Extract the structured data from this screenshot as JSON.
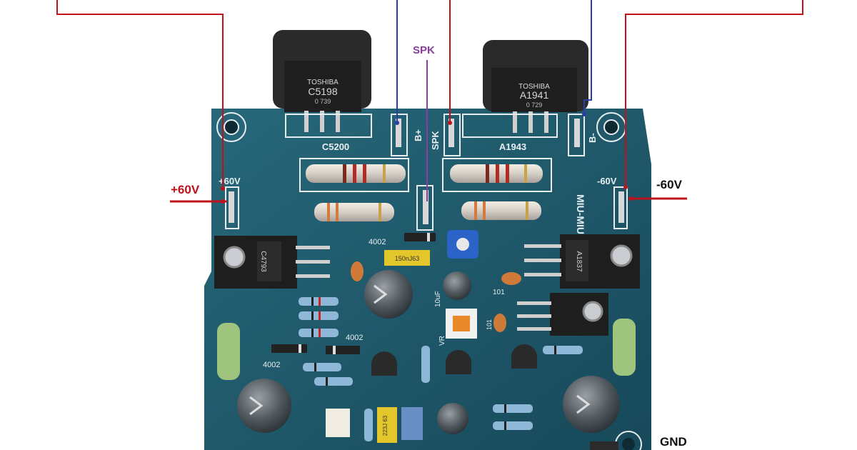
{
  "labels": {
    "plus_supply": "+60V",
    "minus_supply": "-60V",
    "speaker": "SPK",
    "ground": "GND"
  },
  "silkscreen": {
    "left_power": "C5200",
    "right_power": "A1943",
    "b_plus": "B+",
    "spk": "SPK",
    "b_minus": "B-",
    "left_rail": "+60V",
    "right_rail": "-60V",
    "brand": "MIU-MIU",
    "diode_1": "4002",
    "diode_2": "4002",
    "diode_3": "4002",
    "cap_small": "101",
    "cap_small_2": "101",
    "electrolytic": "10uF",
    "film_cap": "150nJ63",
    "film_cap_2": "223J 63",
    "vr": "VR",
    "gnd": "GND"
  },
  "transistors": {
    "left_top": "TOSHIBA",
    "left_top_part": "C5198",
    "left_top_code": "0  739",
    "right_top": "TOSHIBA",
    "right_top_part": "A1941",
    "right_top_code": "0  729",
    "left_driver": "C4793",
    "right_driver": "A1837"
  },
  "colors": {
    "pcb": "#1f5c6e",
    "pcb_dark": "#163f4d",
    "silk": "#e8eef0",
    "supply_wire": "#c0121b",
    "signal_wire": "#8a3ea0",
    "bias_wire": "#2a3ca8",
    "heatsink": "#2b2b2b"
  }
}
